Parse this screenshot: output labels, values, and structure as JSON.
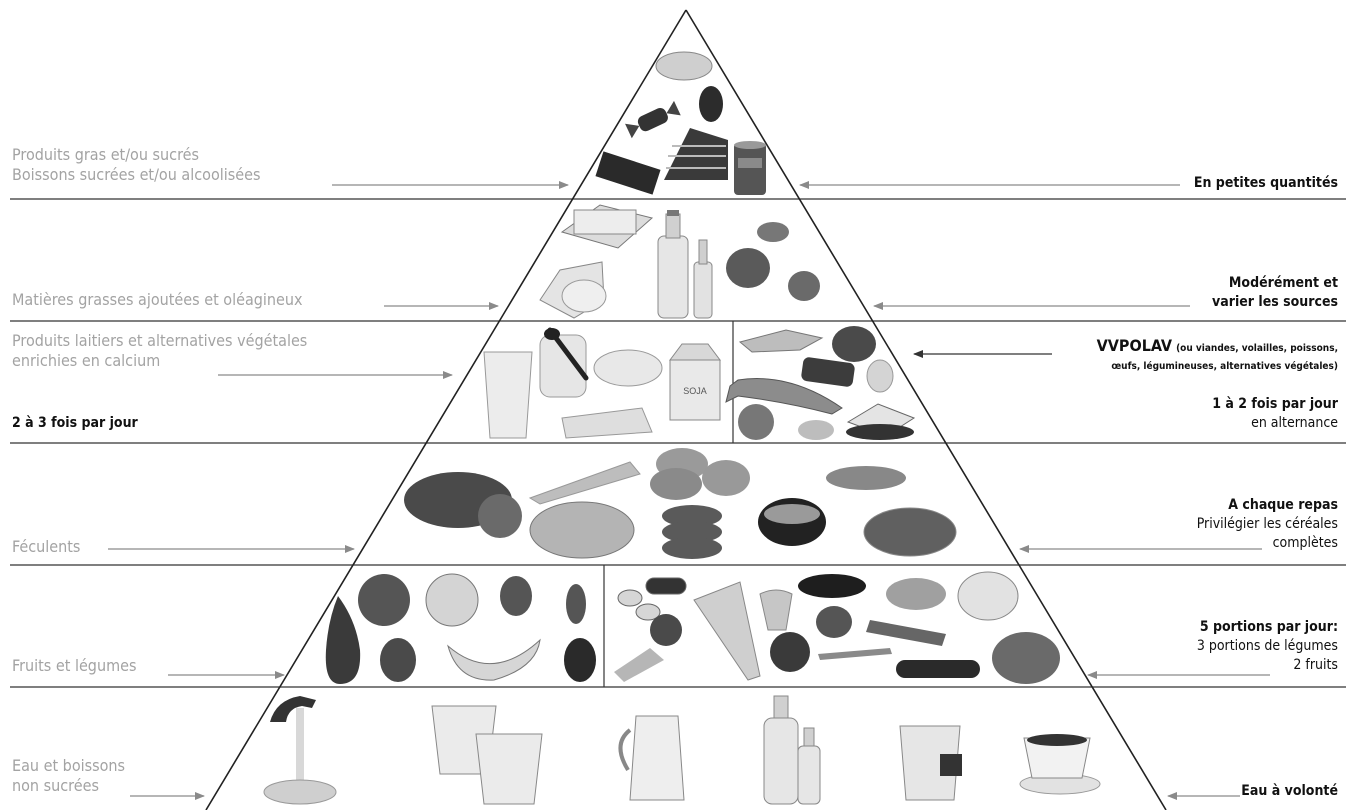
{
  "tiers": [
    {
      "left": [
        "Produits gras et/ou sucrés",
        "Boissons sucrées et/ou alcoolisées"
      ],
      "right": [
        "En petites quantités"
      ]
    },
    {
      "left": [
        "Matières grasses ajoutées et oléagineux"
      ],
      "right": [
        "Modérément et",
        "varier les sources"
      ]
    },
    {
      "left": [
        "Produits laitiers et alternatives végétales",
        "enrichies en calcium"
      ],
      "left_note": "2 à 3 fois par jour",
      "right_heading": "VVPOLAV",
      "right_heading_note_1": "(ou viandes, volailles, poissons,",
      "right_heading_note_2": "œufs, légumineuses, alternatives végétales)",
      "right": [
        "1 à 2 fois par jour",
        "en alternance"
      ]
    },
    {
      "left": [
        "Féculents"
      ],
      "right": [
        "A chaque repas",
        "Privilégier les céréales",
        "complètes"
      ]
    },
    {
      "left": [
        "Fruits et légumes"
      ],
      "right": [
        "5 portions par jour:",
        "3 portions de légumes",
        "2 fruits"
      ]
    },
    {
      "left": [
        "Eau et boissons",
        "non sucrées"
      ],
      "right": [
        "Eau à volonté"
      ]
    }
  ],
  "carton_label": "SOJA",
  "colors": {
    "line": "#222222",
    "arrow": "#8a8a8a",
    "left_text": "#a3a3a3",
    "right_text": "#111111"
  }
}
